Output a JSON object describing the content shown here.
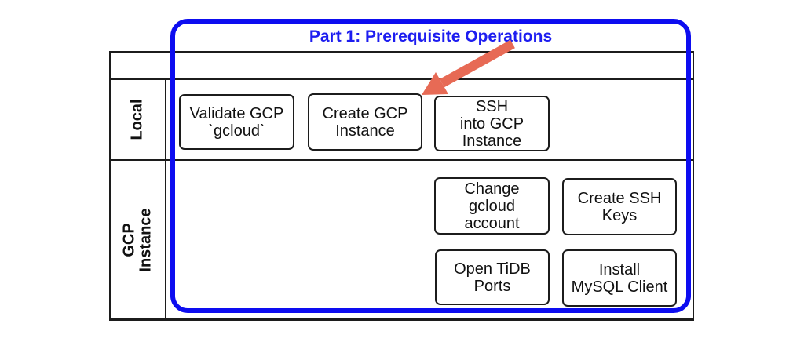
{
  "title": "Part 1: Prerequisite Operations",
  "lanes": [
    {
      "label": "Local"
    },
    {
      "label": "GCP\nInstance"
    }
  ],
  "steps": [
    {
      "label": "Validate GCP\n`gcloud`"
    },
    {
      "label": "Create GCP\nInstance"
    },
    {
      "label": "SSH\ninto GCP\nInstance"
    },
    {
      "label": "Change\ngcloud\naccount"
    },
    {
      "label": "Create SSH\nKeys"
    },
    {
      "label": "Open TiDB\nPorts"
    },
    {
      "label": "Install\nMySQL Client"
    }
  ],
  "colors": {
    "frame_blue": "#0d0df0",
    "title_blue": "#1d1df0",
    "arrow_salmon": "#e76a55",
    "line_black": "#1c1c1c"
  }
}
